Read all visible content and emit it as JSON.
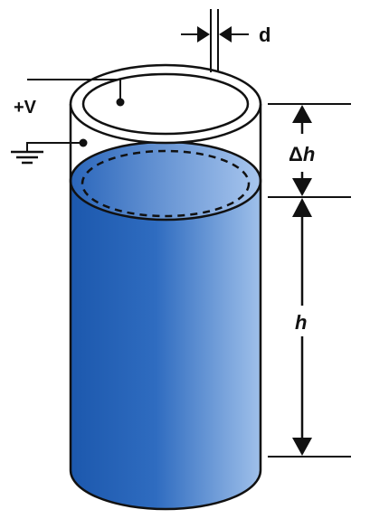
{
  "labels": {
    "voltage": "+V",
    "gap": "d",
    "delta_h_symbol": "Δ",
    "delta_h_var": "h",
    "height": "h"
  },
  "colors": {
    "liquid_dark": "#1f5db3",
    "liquid_light": "#8fb5e6",
    "stroke": "#111111",
    "background": "#ffffff"
  }
}
